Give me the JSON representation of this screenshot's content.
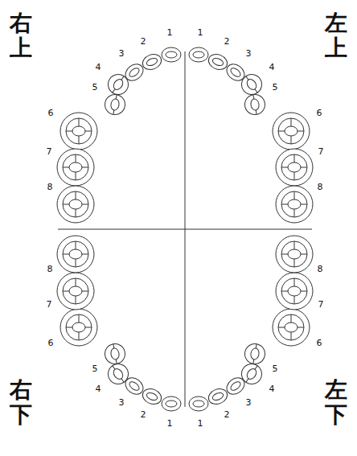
{
  "diagram": {
    "labels": [
      "右上",
      "左上",
      "右下",
      "左下",
      "1",
      "2",
      "3",
      "4",
      "5",
      "6",
      "7",
      "8",
      "1",
      "2",
      "3",
      "4",
      "5",
      "6",
      "7",
      "8",
      "8",
      "7",
      "6",
      "5",
      "4",
      "3",
      "2",
      "1",
      "8",
      "7",
      "6",
      "5",
      "4",
      "3",
      "2",
      "1"
    ]
  }
}
